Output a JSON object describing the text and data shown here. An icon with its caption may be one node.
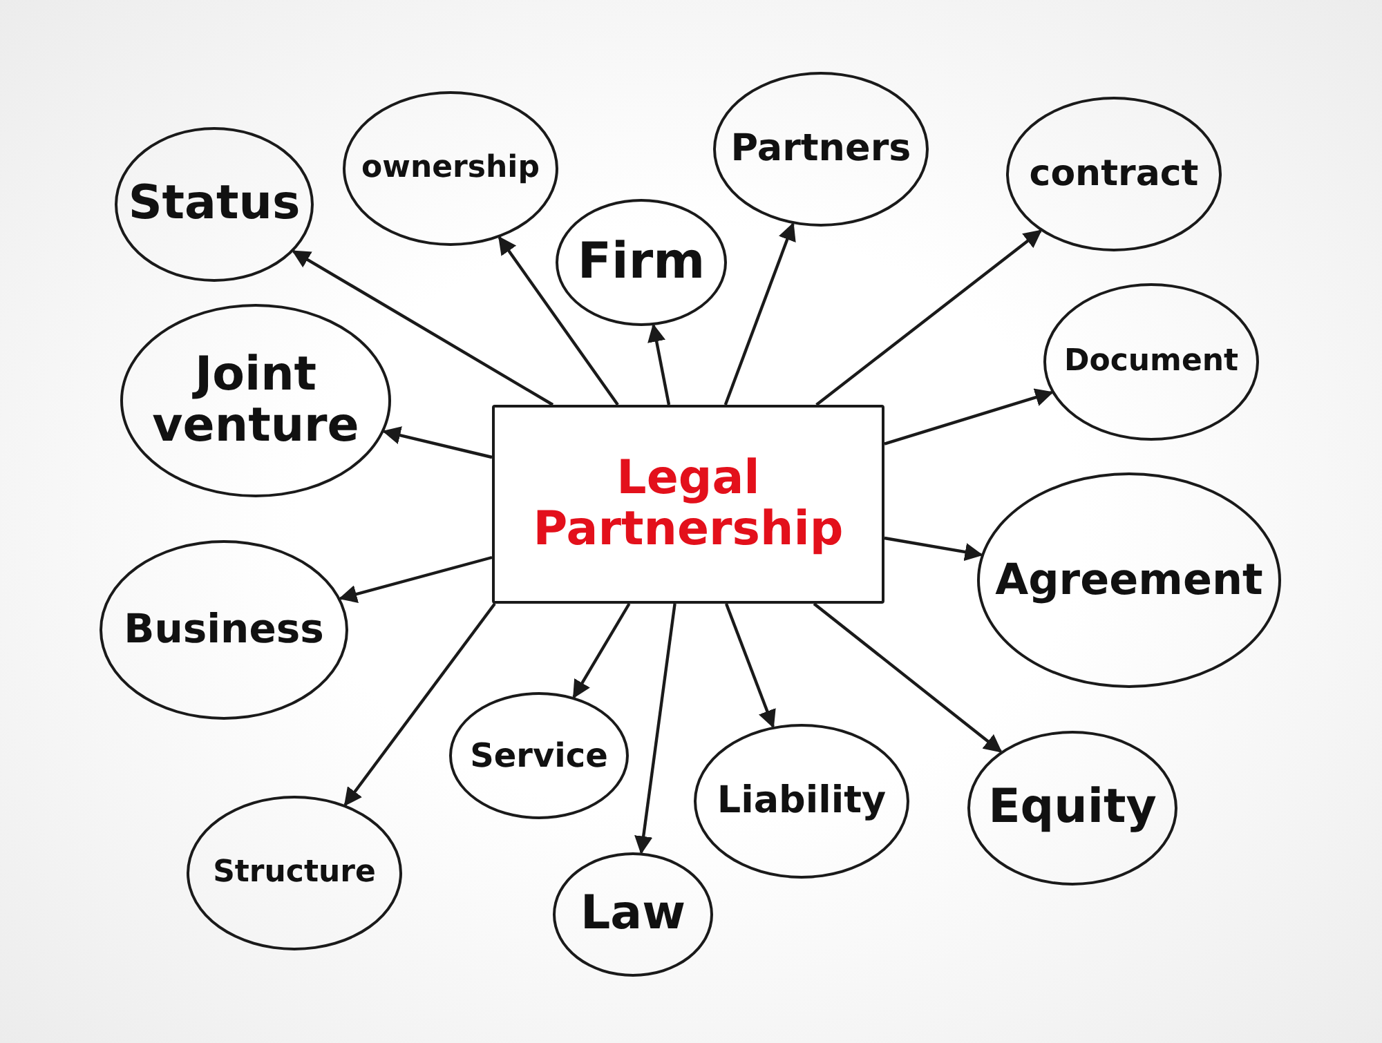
{
  "diagram": {
    "nodes": [
      {
        "text": [
          "Legal Partnership"
        ]
      },
      {
        "text": [
          "Status"
        ]
      },
      {
        "text": [
          "ownership"
        ]
      },
      {
        "text": [
          "Partners"
        ]
      },
      {
        "text": [
          "contract"
        ]
      },
      {
        "text": [
          "Firm"
        ]
      },
      {
        "text": [
          "Joint venture"
        ]
      },
      {
        "text": [
          "Document"
        ]
      },
      {
        "text": [
          "Agreement"
        ]
      },
      {
        "text": [
          "Business"
        ]
      },
      {
        "text": [
          "Service"
        ]
      },
      {
        "text": [
          "Liability"
        ]
      },
      {
        "text": [
          "Equity"
        ]
      },
      {
        "text": [
          "Structure"
        ]
      },
      {
        "text": [
          "Law"
        ]
      }
    ],
    "edges": [
      {
        "from": 0,
        "to": 1,
        "arrow": "to"
      },
      {
        "from": 0,
        "to": 2,
        "arrow": "to"
      },
      {
        "from": 0,
        "to": 3,
        "arrow": "to"
      },
      {
        "from": 0,
        "to": 4,
        "arrow": "to"
      },
      {
        "from": 0,
        "to": 5,
        "arrow": "to"
      },
      {
        "from": 0,
        "to": 6,
        "arrow": "to"
      },
      {
        "from": 0,
        "to": 7,
        "arrow": "to"
      },
      {
        "from": 0,
        "to": 8,
        "arrow": "to"
      },
      {
        "from": 0,
        "to": 9,
        "arrow": "to"
      },
      {
        "from": 0,
        "to": 10,
        "arrow": "to"
      },
      {
        "from": 0,
        "to": 11,
        "arrow": "to"
      },
      {
        "from": 0,
        "to": 12,
        "arrow": "to"
      },
      {
        "from": 0,
        "to": 13,
        "arrow": "to"
      },
      {
        "from": 0,
        "to": 14,
        "arrow": "to"
      }
    ]
  }
}
